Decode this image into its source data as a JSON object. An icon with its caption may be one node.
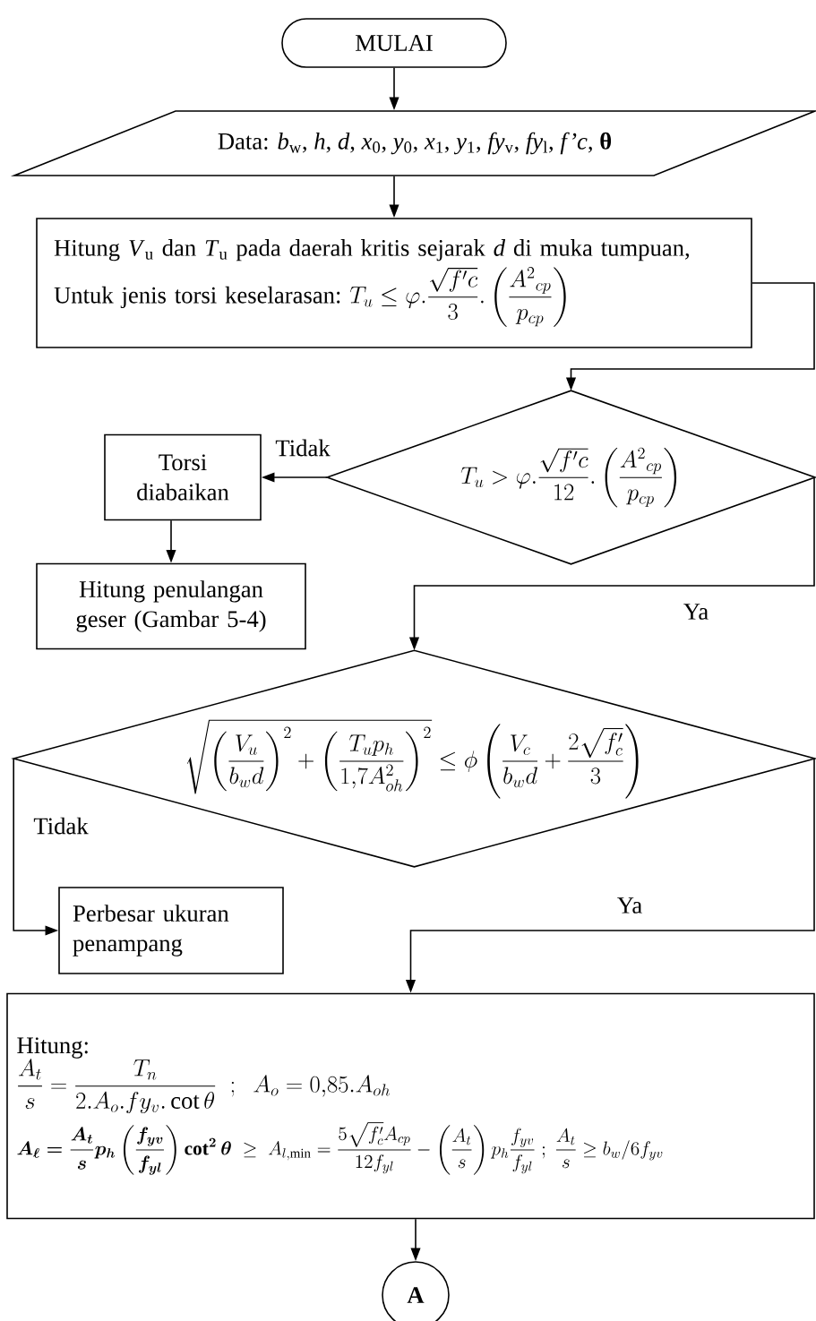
{
  "diagram": {
    "nodes": [
      {
        "text": [
          "MULAI"
        ]
      },
      {
        "text": [
          "Data: *b*$_{w}$, *h*, *d*, *x*$_{0}$, *y*$_{0}$, *x*$_{1}$, *y*$_{1}$, *fy*$_{v}$, *fy*$_{l}$, *f’c*, **θ**"
        ]
      },
      {
        "text": [
          "Hitung *V*$_{u}$ dan *T*$_{u}$ pada daerah kritis sejarak *d* di muka tumpuan,",
          "Untuk jenis torsi keselarasan:",
          "T_u \\le \\varphi.\\frac{\\sqrt{f'c}}{3}.\\left(\\frac{A^2{}_{cp}}{p_{cp}}\\right)"
        ]
      },
      {
        "text": [
          "T_u > \\varphi.\\frac{\\sqrt{f'c}}{12}.\\left(\\frac{A^2{}_{cp}}{p_{cp}}\\right)"
        ]
      },
      {
        "text": [
          "Torsi diabaikan"
        ]
      },
      {
        "text": [
          "Hitung penulangan geser (Gambar 5-4)"
        ]
      },
      {
        "text": [
          "\\sqrt{\\left(\\frac{V_u}{b_w d}\\right)^2+\\left(\\frac{T_u p_h}{1{,}7A_{oh}^2}\\right)^2}\\le\\phi\\left(\\frac{V_c}{b_w d}+\\frac{2\\sqrt{f_c'}}{3}\\right)"
        ]
      },
      {
        "text": [
          "Perbesar ukuran penampang"
        ]
      },
      {
        "text": [
          "Hitung:",
          "\\frac{A_t}{s}=\\frac{T_n}{2.A_o.fy_v.\\cot\\theta}\\;\\;;\\;\\;A_o=0{,}85.A_{oh}",
          "\\boldsymbol{A_\\ell=\\frac{A_t}{s}p_h\\left(\\frac{f_{yv}}{f_{yl}}\\right)\\cot^2\\theta}\\;\\ge\\;A_{l,\\min}=\\frac{5\\sqrt{f_c'}A_{cp}}{12f_{yl}}-\\left(\\frac{A_t}{s}\\right)p_h\\frac{f_{yv}}{f_{yl}}\\;;\\;\\frac{A_t}{s}\\ge b_w/6f_{yv}"
        ]
      },
      {
        "text": [
          "A"
        ]
      }
    ],
    "edges": [
      {
        "from": 0,
        "to": 1,
        "arrow": "to"
      },
      {
        "from": 1,
        "to": 2,
        "arrow": "to"
      },
      {
        "from": 2,
        "to": 3,
        "arrow": "to"
      },
      {
        "from": 3,
        "to": 4,
        "arrow": "to",
        "label": "Tidak"
      },
      {
        "from": 4,
        "to": 5,
        "arrow": "to"
      },
      {
        "from": 3,
        "to": 6,
        "arrow": "to",
        "label": "Ya"
      },
      {
        "from": 6,
        "to": 7,
        "arrow": "to",
        "label": "Tidak"
      },
      {
        "from": 6,
        "to": 8,
        "arrow": "to",
        "label": "Ya"
      },
      {
        "from": 8,
        "to": 9,
        "arrow": "to"
      }
    ]
  }
}
